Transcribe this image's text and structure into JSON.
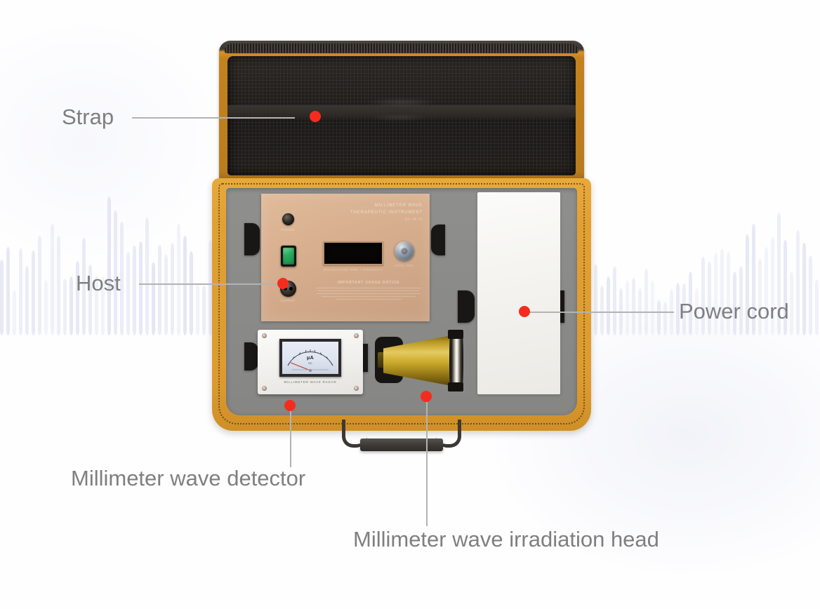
{
  "callouts": [
    {
      "id": "strap",
      "label": "Strap"
    },
    {
      "id": "host",
      "label": "Host"
    },
    {
      "id": "power",
      "label": "Power cord"
    },
    {
      "id": "detector",
      "label": "Millimeter wave detector"
    },
    {
      "id": "head",
      "label": "Millimeter wave irradiation head"
    }
  ],
  "device": {
    "panel": {
      "title_line1": "MILLIMETER WAVE",
      "title_line2": "THERAPEUTIC INSTRUMENT",
      "model": "XL-H-II",
      "power_jack_label": "POWER",
      "output_jack_label": "OUTPUT",
      "display_label": "IRRADIATION TIME / INTENSITY",
      "knob_label": "LEVEL ADJ.",
      "notice_title": "IMPORTANT USAGE NOTICE"
    },
    "detector": {
      "brand_label": "MILLIMETER WAVE RADAR",
      "meter_unit": "μA",
      "meter_sub": "DC",
      "meter_ticks": [
        "0",
        "1",
        "2",
        "3",
        "4",
        "5"
      ]
    }
  },
  "colors": {
    "case_orange": "#e2a033",
    "interior_gray": "#8b8b89",
    "panel_tan": "#d6ae8d",
    "marker_red": "#f42c1e",
    "label_gray": "#7f7f7f",
    "leader_gray": "#b3b3b3",
    "horn_gold": "#c9a82b",
    "waveform_lavender": "#c9cbe8"
  }
}
